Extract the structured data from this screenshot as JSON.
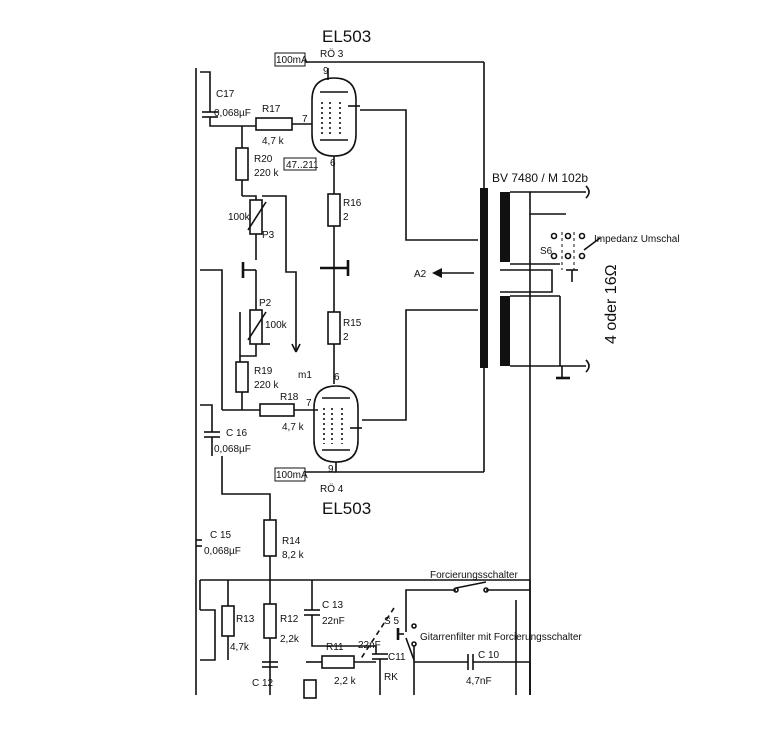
{
  "tubes": {
    "upper": {
      "type": "EL503",
      "ref": "RÖ 3",
      "current": "100mA",
      "pin_top": "9",
      "pin_grid": "7",
      "pin_bottom": "6",
      "cathode_note": "47..211"
    },
    "lower": {
      "type": "EL503",
      "ref": "RÖ 4",
      "current": "100mA",
      "pin_top": "6",
      "pin_grid": "7",
      "pin_bottom": "9"
    }
  },
  "components": {
    "C17": {
      "ref": "C17",
      "value": "0,068µF"
    },
    "R17": {
      "ref": "R17",
      "value": "4,7 k"
    },
    "R20": {
      "ref": "R20",
      "value": "220 k"
    },
    "P3": {
      "ref": "P3",
      "value": "100k"
    },
    "P2": {
      "ref": "P2",
      "value": "100k"
    },
    "R19": {
      "ref": "R19",
      "value": "220 k"
    },
    "R18": {
      "ref": "R18",
      "value": "4,7 k"
    },
    "C16": {
      "ref": "C 16",
      "value": "0,068µF"
    },
    "R16": {
      "ref": "R16",
      "value": "2"
    },
    "R15": {
      "ref": "R15",
      "value": "2"
    },
    "C15": {
      "ref": "C 15",
      "value": "0,068µF"
    },
    "R14": {
      "ref": "R14",
      "value": "8,2 k"
    },
    "R13": {
      "ref": "R13",
      "value": "4,7k"
    },
    "R12": {
      "ref": "R12",
      "value": "2,2k"
    },
    "C13": {
      "ref": "C 13",
      "value": "22nF"
    },
    "C12": {
      "ref": "C 12"
    },
    "R11": {
      "ref": "R11",
      "value": "2,2 k"
    },
    "C11": {
      "ref": "C11",
      "value": "22nF"
    },
    "C10": {
      "ref": "C 10",
      "value": "4,7nF"
    },
    "RK": {
      "ref": "RK"
    }
  },
  "labels": {
    "transformer": "BV 7480 / M 102b",
    "switch_s6": "S6",
    "impedance": "Impedanz Umschal",
    "ohms": "4 oder 16Ω",
    "a2": "A2",
    "m1": "m1",
    "forcing": "Forcierungsschalter",
    "switch_s5": "S 5",
    "guitar_filter": "Gitarrenfilter mit Forcierungsschalter"
  }
}
